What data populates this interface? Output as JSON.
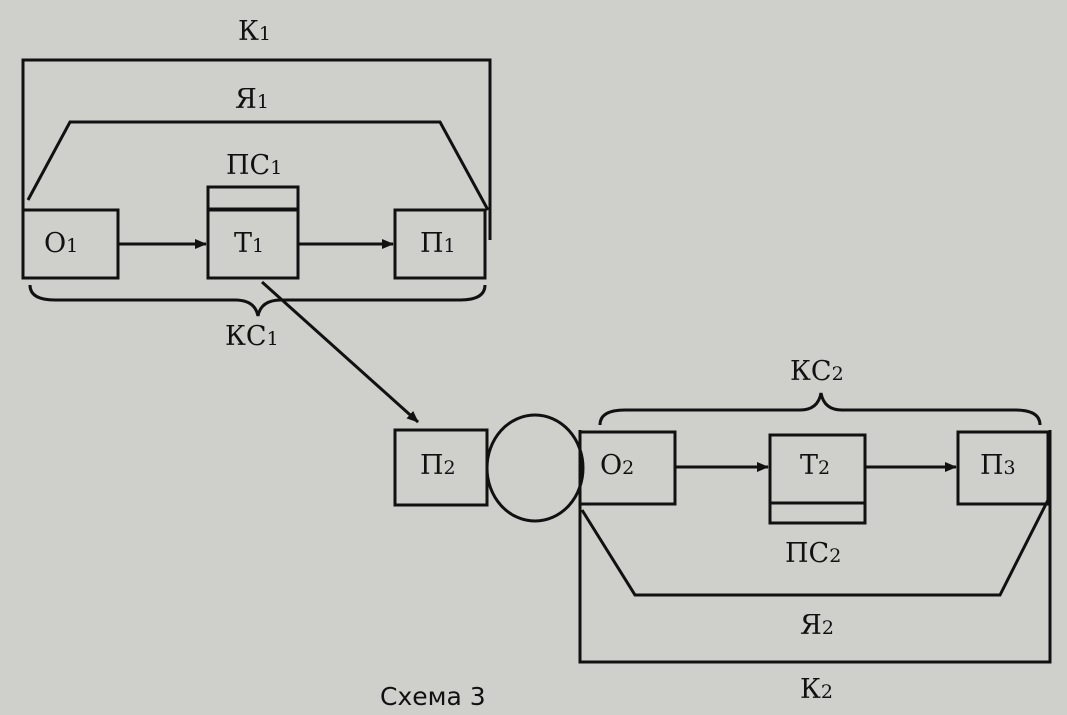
{
  "diagram": {
    "caption": "Схема 3",
    "upper": {
      "outer_label_main": "К",
      "outer_label_sub": "1",
      "lang_label_main": "Я",
      "lang_label_sub": "1",
      "ps_label_main": "ПС",
      "ps_label_sub": "1",
      "brace_label_main": "КС",
      "brace_label_sub": "1",
      "box_o_main": "О",
      "box_o_sub": "1",
      "box_t_main": "Т",
      "box_t_sub": "1",
      "box_p_main": "П",
      "box_p_sub": "1"
    },
    "lower": {
      "outer_label_main": "К",
      "outer_label_sub": "2",
      "lang_label_main": "Я",
      "lang_label_sub": "2",
      "ps_label_main": "ПС",
      "ps_label_sub": "2",
      "brace_label_main": "КС",
      "brace_label_sub": "2",
      "box_pin_main": "П",
      "box_pin_sub": "2",
      "box_o_main": "О",
      "box_o_sub": "2",
      "box_t_main": "Т",
      "box_t_sub": "2",
      "box_p_main": "П",
      "box_p_sub": "3"
    }
  }
}
